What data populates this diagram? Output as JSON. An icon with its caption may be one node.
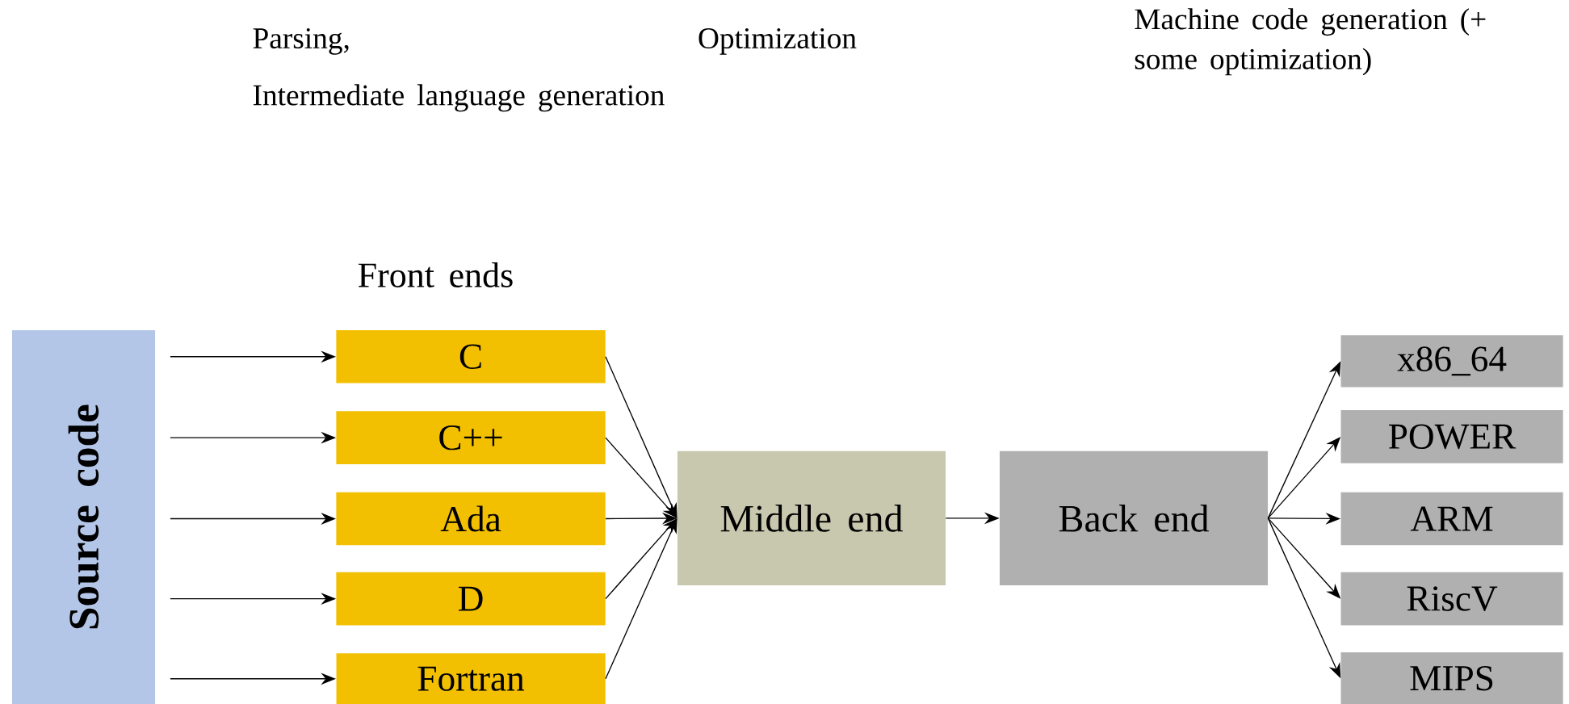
{
  "diagram": {
    "nodes": [
      {
        "text": [
          "Source code"
        ]
      },
      {
        "text": [
          "C"
        ]
      },
      {
        "text": [
          "C++"
        ]
      },
      {
        "text": [
          "Ada"
        ]
      },
      {
        "text": [
          "D"
        ]
      },
      {
        "text": [
          "Fortran"
        ]
      },
      {
        "text": [
          "Middle end"
        ]
      },
      {
        "text": [
          "Back end"
        ]
      },
      {
        "text": [
          "x86_64"
        ]
      },
      {
        "text": [
          "POWER"
        ]
      },
      {
        "text": [
          "ARM"
        ]
      },
      {
        "text": [
          "RiscV"
        ]
      },
      {
        "text": [
          "MIPS"
        ]
      }
    ],
    "edges": [
      {
        "from": 0,
        "to": 1,
        "arrow": "to"
      },
      {
        "from": 0,
        "to": 2,
        "arrow": "to"
      },
      {
        "from": 0,
        "to": 3,
        "arrow": "to"
      },
      {
        "from": 0,
        "to": 4,
        "arrow": "to"
      },
      {
        "from": 0,
        "to": 5,
        "arrow": "to"
      },
      {
        "from": 1,
        "to": 6,
        "arrow": "to"
      },
      {
        "from": 2,
        "to": 6,
        "arrow": "to"
      },
      {
        "from": 3,
        "to": 6,
        "arrow": "to"
      },
      {
        "from": 4,
        "to": 6,
        "arrow": "to"
      },
      {
        "from": 5,
        "to": 6,
        "arrow": "to"
      },
      {
        "from": 6,
        "to": 7,
        "arrow": "to"
      },
      {
        "from": 7,
        "to": 8,
        "arrow": "to"
      },
      {
        "from": 7,
        "to": 9,
        "arrow": "to"
      },
      {
        "from": 7,
        "to": 10,
        "arrow": "to"
      },
      {
        "from": 7,
        "to": 11,
        "arrow": "to"
      },
      {
        "from": 7,
        "to": 12,
        "arrow": "to"
      }
    ],
    "labels": [
      "Parsing,",
      "Intermediate language generation",
      "Optimization",
      "Machine code generation (+ some optimization)",
      "Front ends"
    ]
  }
}
